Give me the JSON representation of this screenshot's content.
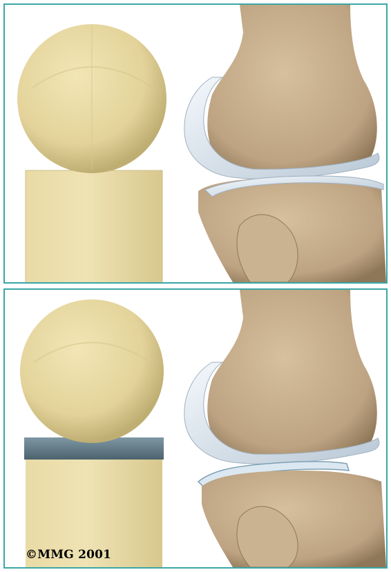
{
  "copyright": "©MMG 2001",
  "colors": {
    "frame": "#3aa6a6",
    "model_cream": "#e8d9a0",
    "model_shadow": "#c9b779",
    "bone": "#c8b18f",
    "bone_shadow": "#9c8463",
    "cartilage": "#d9e4ef",
    "meniscus_band": "#5f7884"
  },
  "panels": [
    {
      "id": "top",
      "meniscus_visible": false
    },
    {
      "id": "bottom",
      "meniscus_visible": true
    }
  ]
}
